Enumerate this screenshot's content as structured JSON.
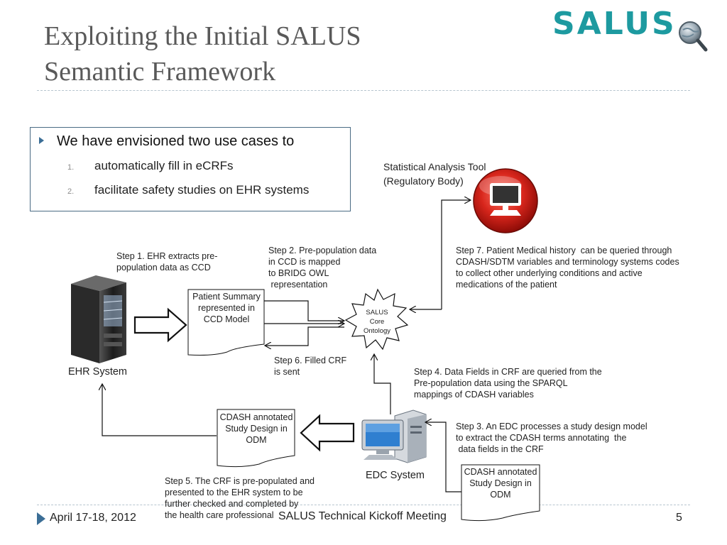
{
  "slide": {
    "title_line1": "Exploiting the Initial SALUS",
    "title_line2": "Semantic Framework",
    "logo_text": "SALUS"
  },
  "bullets": {
    "main": "We have envisioned two use cases to",
    "items": [
      {
        "num": "1.",
        "text": "automatically fill in eCRFs"
      },
      {
        "num": "2.",
        "text": "facilitate safety studies on EHR systems"
      }
    ]
  },
  "diagram": {
    "nodes": {
      "stat_tool_line1": "Statistical Analysis Tool",
      "stat_tool_line2": "(Regulatory Body)",
      "ehr_system": "EHR System",
      "edc_system": "EDC System",
      "patient_summary": [
        "Patient Summary",
        "represented in",
        "CCD Model"
      ],
      "cdash_doc_left": [
        "CDASH annotated",
        "Study Design in",
        "ODM"
      ],
      "cdash_doc_right": [
        "CDASH annotated",
        "Study Design in",
        "ODM"
      ],
      "ontology": [
        "SALUS",
        "Core",
        "Ontology"
      ]
    },
    "steps": {
      "step1": [
        "Step 1. EHR extracts pre-",
        "population data as CCD"
      ],
      "step2": [
        "Step 2. Pre-population data",
        "in CCD is mapped",
        "to BRIDG OWL",
        " representation"
      ],
      "step3": [
        "Step 3. An EDC processes a study design model",
        "to extract the CDASH terms annotating  the",
        " data fields in the CRF"
      ],
      "step4": [
        "Step 4. Data Fields in CRF are queried from the",
        "Pre-population data using the SPARQL",
        "mappings of CDASH variables"
      ],
      "step5": [
        "Step 5. The CRF is pre-populated and",
        "presented to the EHR system to be",
        "further checked and completed by",
        "the health care professional"
      ],
      "step6": [
        "Step 6. Filled CRF",
        "is sent"
      ],
      "step7": [
        "Step 7. Patient Medical history  can be queried through",
        "CDASH/SDTM variables and terminology systems codes",
        "to collect other underlying conditions and active",
        "medications of the patient"
      ]
    }
  },
  "footer": {
    "date": "April 17-18, 2012",
    "event": "SALUS Technical Kickoff Meeting",
    "page": "5"
  }
}
